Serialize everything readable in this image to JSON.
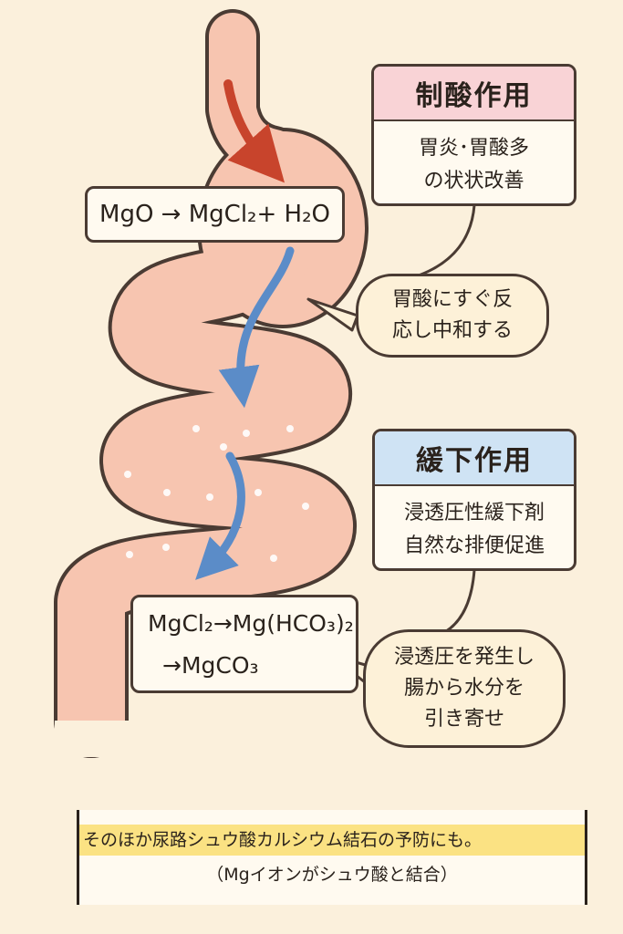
{
  "equations": {
    "top": "MgO → MgCl₂+ H₂O",
    "bottom_line1": "MgCl₂→Mg(HCO₃)₂",
    "bottom_line2": "→MgCO₃"
  },
  "antacid": {
    "title": "制酸作用",
    "line1": "胃炎･胃酸多",
    "line2": "の状状改善",
    "bubble_line1": "胃酸にすぐ反",
    "bubble_line2": "応し中和する",
    "header_color": "#f9d3d6"
  },
  "laxative": {
    "title": "緩下作用",
    "line1": "浸透圧性緩下剤",
    "line2": "自然な排便促進",
    "bubble_line1": "浸透圧を発生し",
    "bubble_line2": "腸から水分を",
    "bubble_line3": "引き寄せ",
    "header_color": "#cfe3f4"
  },
  "note": {
    "line1": "そのほか尿路シュウ酸カルシウム結石の予防にも。",
    "line2": "（Mgイオンがシュウ酸と結合）"
  },
  "colors": {
    "background": "#fbf0dc",
    "organ_fill": "#f7c5b0",
    "organ_outline": "#4a3b33",
    "entry_arrow": "#c8442c",
    "flow_arrow": "#5b8cc8",
    "note_highlight": "#fbe283"
  }
}
